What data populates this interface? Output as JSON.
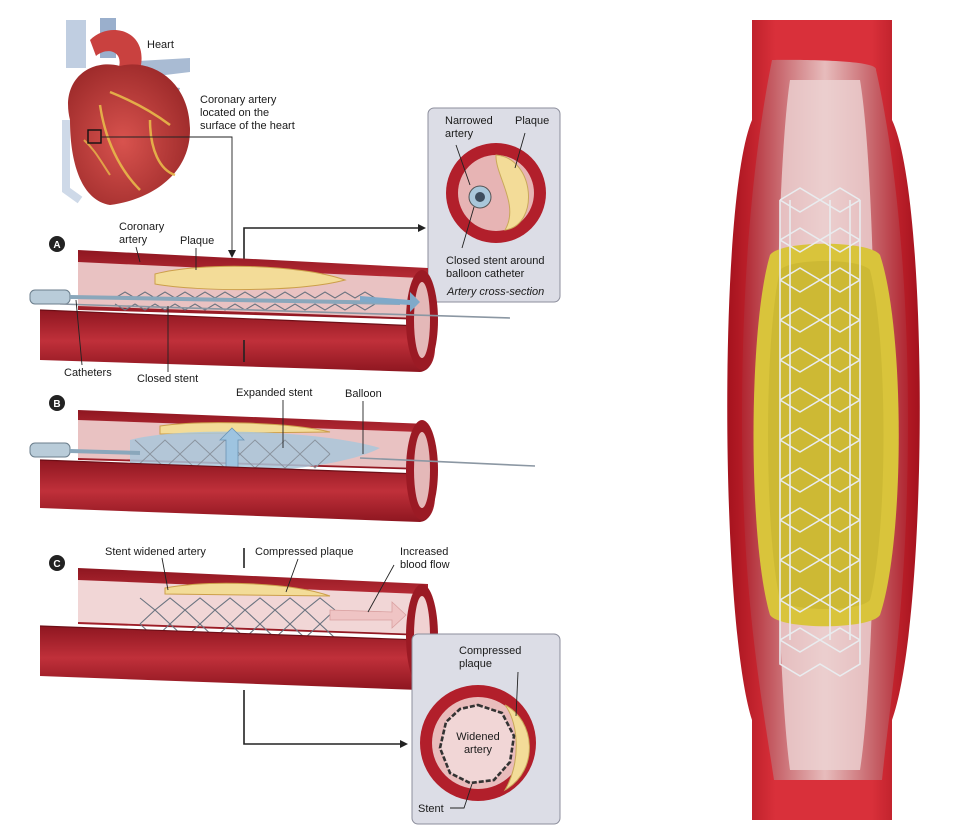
{
  "labels": {
    "heart": "Heart",
    "coronary_location": [
      "Coronary artery",
      "located on the",
      "surface of the heart"
    ],
    "coronary_artery": [
      "Coronary",
      "artery"
    ],
    "plaque_a": "Plaque",
    "catheters": "Catheters",
    "closed_stent": "Closed stent",
    "expanded_stent": "Expanded stent",
    "balloon": "Balloon",
    "stent_widened_artery": "Stent widened artery",
    "compressed_plaque": "Compressed plaque",
    "increased_blood_flow": [
      "Increased",
      "blood flow"
    ]
  },
  "steps": [
    "A",
    "B",
    "C"
  ],
  "inset_top": {
    "narrowed_artery": [
      "Narrowed",
      "artery"
    ],
    "plaque": "Plaque",
    "closed_stent_around": [
      "Closed stent around",
      "balloon catheter"
    ],
    "caption": "Artery cross-section"
  },
  "inset_bottom": {
    "compressed_plaque": [
      "Compressed",
      "plaque"
    ],
    "widened_artery": [
      "Widened",
      "artery"
    ],
    "stent": "Stent"
  },
  "colors": {
    "artery": "#b21f2b",
    "artery_dark": "#7e121b",
    "artery_inner": "#d2505a",
    "plaque": "#f3dc98",
    "yellow_plaque": "#d9c43b",
    "stent_mesh": "#6b7480",
    "balloon": "#a9c7da",
    "inset_bg": "#dcdde6"
  }
}
